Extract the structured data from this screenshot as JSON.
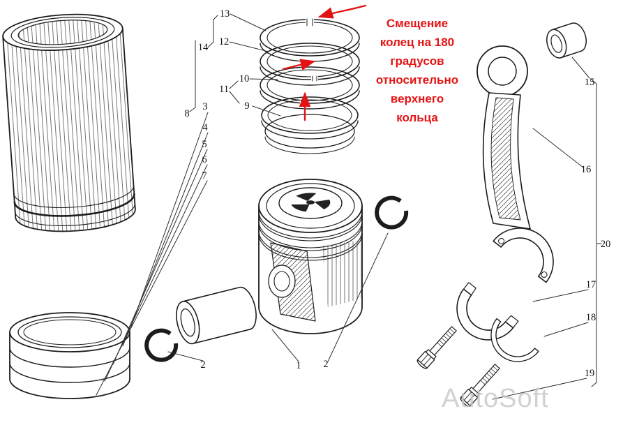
{
  "annotation": {
    "lines": [
      "Смещение",
      "колец на 180",
      "градусов",
      "относительно",
      "верхнего",
      "кольца"
    ],
    "color": "#e41313"
  },
  "watermark": {
    "text": "AutoSoft"
  },
  "colors": {
    "line": "#1c1c1c",
    "red_annotation": "#e41313",
    "watermark": "#c6c6c6",
    "background": "#ffffff"
  },
  "callouts": {
    "n1": "1",
    "n2_left": "2",
    "n2_right": "2",
    "n3": "3",
    "n4": "4",
    "n5": "5",
    "n6": "6",
    "n7": "7",
    "n8": "8",
    "n9": "9",
    "n10": "10",
    "n11": "11",
    "n12": "12",
    "n13": "13",
    "n14": "14",
    "n15": "15",
    "n16": "16",
    "n17": "17",
    "n18": "18",
    "n19": "19",
    "n20": "20"
  }
}
